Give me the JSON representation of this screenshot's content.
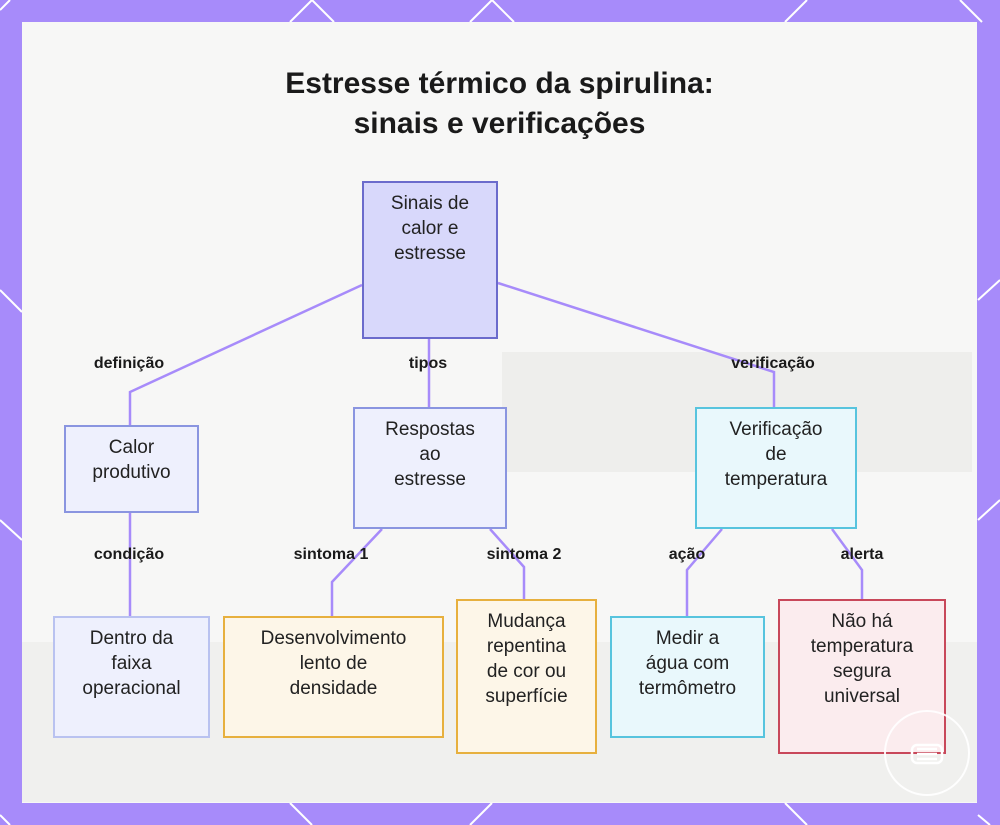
{
  "title": {
    "line1": "Estresse térmico da spirulina:",
    "line2": "sinais e verificações"
  },
  "colors": {
    "frame": "#a78bfa",
    "edge": "#a78bfa",
    "root_fill": "#d8d8fb",
    "root_border": "#6b6bcc",
    "blue_fill": "#eef0fd",
    "blue_border": "#8a95e0",
    "yellow_fill": "#fdf6e8",
    "yellow_border": "#e7b03e",
    "cyan_fill": "#e9f8fc",
    "cyan_border": "#57c4de",
    "red_fill": "#fbecee",
    "red_border": "#c8485a"
  },
  "nodes": {
    "root": [
      "Sinais de",
      "calor e",
      "estresse"
    ],
    "productive": [
      "Calor",
      "produtivo"
    ],
    "responses": [
      "Respostas",
      "ao",
      "estresse"
    ],
    "verification": [
      "Verificação",
      "de",
      "temperatura"
    ],
    "range": [
      "Dentro da",
      "faixa",
      "operacional"
    ],
    "slow": [
      "Desenvolvimento",
      "lento de",
      "densidade"
    ],
    "change": [
      "Mudança",
      "repentina",
      "de cor ou",
      "superfície"
    ],
    "measure": [
      "Medir a",
      "água com",
      "termômetro"
    ],
    "nosafe": [
      "Não há",
      "temperatura",
      "segura",
      "universal"
    ]
  },
  "edge_labels": {
    "definition": "definição",
    "types": "tipos",
    "verification": "verificação",
    "condition": "condição",
    "symptom1": "sintoma 1",
    "symptom2": "sintoma 2",
    "action": "ação",
    "alert": "alerta"
  }
}
